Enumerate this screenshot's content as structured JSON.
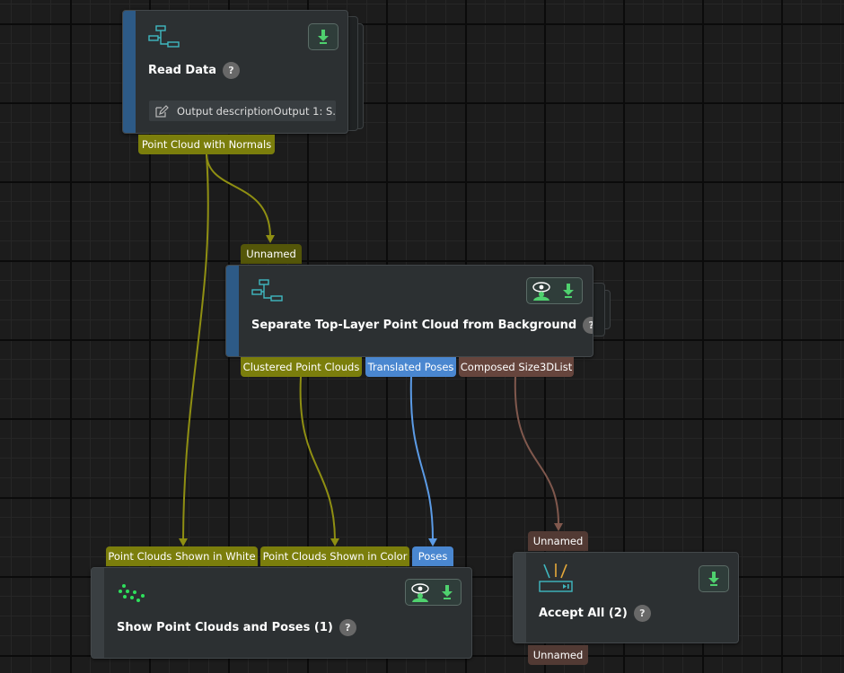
{
  "colors": {
    "olive_wire": "#8f8f12",
    "blue_wire": "#5b9be6",
    "brown_wire": "#80584d",
    "node_stripe": "#2d5a86",
    "icon_teal": "#3fb8c0",
    "icon_green": "#4fd16e"
  },
  "nodes": {
    "read_data": {
      "title": "Read Data",
      "help": "?",
      "description": "Output descriptionOutput 1: S...",
      "icon": "tree-structure-icon",
      "outputs": [
        "Point Cloud with Normals"
      ]
    },
    "separate": {
      "title": "Separate Top-Layer Point Cloud from Background",
      "help": "?",
      "icon": "tree-structure-icon",
      "inputs": [
        "Unnamed"
      ],
      "outputs": [
        "Clustered Point Clouds",
        "Translated Poses",
        "Composed Size3DList"
      ]
    },
    "show": {
      "title": "Show Point Clouds and Poses (1)",
      "help": "?",
      "icon": "scatter-dots-icon",
      "inputs": [
        "Point Clouds Shown in White",
        "Point Clouds Shown in Color",
        "Poses"
      ]
    },
    "accept": {
      "title": "Accept All (2)",
      "help": "?",
      "icon": "gateway-icon",
      "inputs": [
        "Unnamed"
      ],
      "outputs": [
        "Unnamed"
      ]
    }
  }
}
